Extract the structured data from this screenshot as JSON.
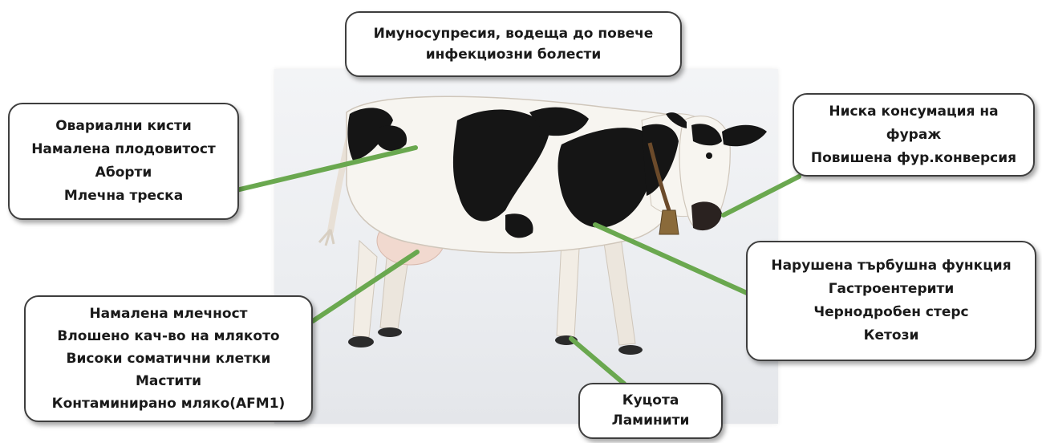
{
  "boxes": {
    "top": {
      "lines": [
        "Имуносупресия, водеща до повече",
        "инфекциозни болести"
      ]
    },
    "left": {
      "lines": [
        "Овариални кисти",
        "Намалена плодовитост",
        "Аборти",
        "Млечна треска"
      ]
    },
    "bottom_left": {
      "lines": [
        "Намалена млечност",
        "Влошено кач-во на млякото",
        "Високи соматични клетки",
        "Мастити",
        "Контаминирано мляко(AFM1)"
      ]
    },
    "right_top": {
      "lines": [
        "Ниска консумация на",
        "фураж",
        "Повишена фур.конверсия"
      ]
    },
    "right_mid": {
      "lines": [
        "Нарушена търбушна функция",
        "Гастроентерити",
        "Чернодробен стерс",
        "Кетози"
      ]
    },
    "bottom": {
      "lines": [
        "Куцота",
        "Ламинити"
      ]
    }
  },
  "colors": {
    "connector": "#6aa84f",
    "box_border": "#3e3e3e",
    "cow_black": "#151515",
    "cow_white": "#f7f5f0"
  },
  "illustration": {
    "subject": "holstein-cow"
  }
}
